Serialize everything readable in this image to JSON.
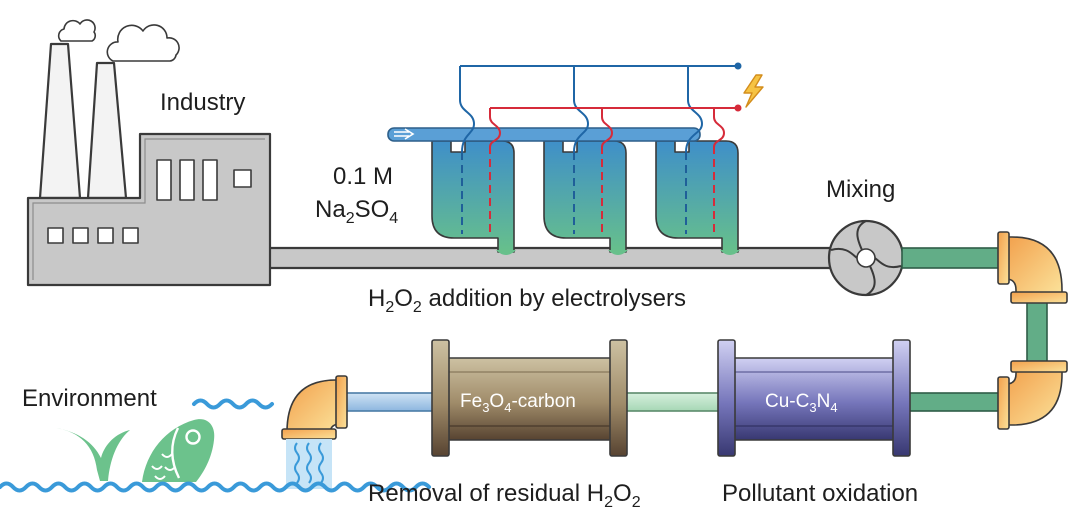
{
  "labels": {
    "industry": "Industry",
    "concentration": "0.1 M",
    "electrolyte": [
      "Na",
      "2",
      "SO",
      "4"
    ],
    "mixing": "Mixing",
    "electrolysers": [
      "H",
      "2",
      "O",
      "2",
      " addition by electrolysers"
    ],
    "environment": "Environment",
    "fe_module": [
      "Fe",
      "3",
      "O",
      "4",
      "-carbon"
    ],
    "cu_module": [
      "Cu-C",
      "3",
      "N",
      "4"
    ],
    "removal": [
      "Removal of residual H",
      "2",
      "O",
      "2"
    ],
    "oxidation": "Pollutant oxidation"
  },
  "colors": {
    "factory": "#c8c8c8",
    "outline": "#3a3a3a",
    "wire_positive": "#d62b3a",
    "wire_negative": "#1f66a6",
    "tank_top": "#3f8fc9",
    "tank_bottom": "#67c08b",
    "treated_pipe": "#62ad87",
    "elbow_top": "#f2a04c",
    "elbow_bottom": "#fbe29a",
    "fe_light": "#cdc1a2",
    "fe_dark": "#574331",
    "cu_light": "#d0d0f2",
    "cu_dark": "#383871",
    "water": "#3a9ad9",
    "fish": "#6cc28c",
    "lightning": "#f6c343"
  }
}
